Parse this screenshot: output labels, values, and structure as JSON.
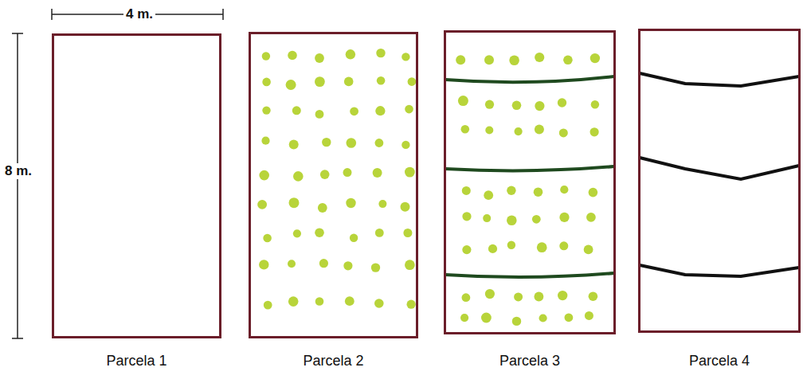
{
  "diagram": {
    "nodes": [
      {
        "text": [
          "Parcela 1"
        ]
      },
      {
        "text": [
          "Parcela 2"
        ]
      },
      {
        "text": [
          "Parcela 3"
        ]
      },
      {
        "text": [
          "Parcela 4"
        ]
      }
    ],
    "labels": [
      "4 m.",
      "8 m."
    ]
  }
}
